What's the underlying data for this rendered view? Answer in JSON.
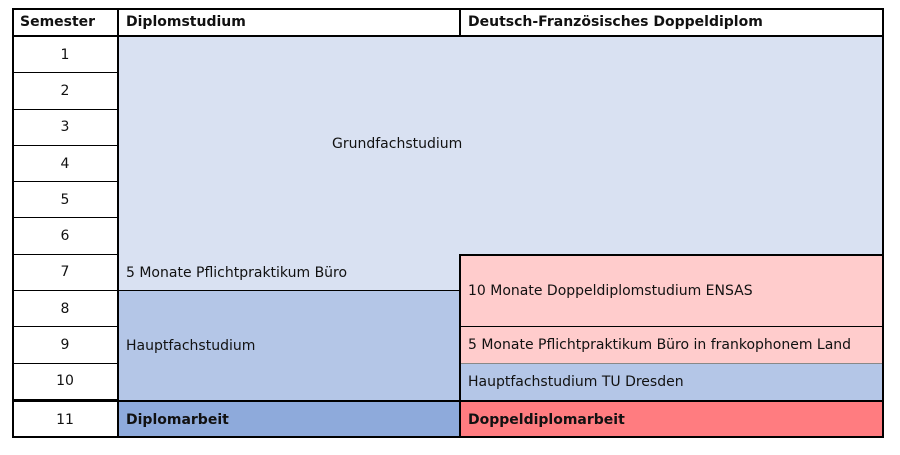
{
  "headers": {
    "semester": "Semester",
    "diplom": "Diplomstudium",
    "doppel": "Deutsch-Französisches Doppeldiplom"
  },
  "semesters": [
    "1",
    "2",
    "3",
    "4",
    "5",
    "6",
    "7",
    "8",
    "9",
    "10",
    "11"
  ],
  "diplom": {
    "grund": "Grundfachstudium",
    "praktikum": "5 Monate Pflichtpraktikum Büro",
    "haupt": "Hauptfachstudium",
    "arbeit": "Diplomarbeit"
  },
  "doppel": {
    "ensas": "10 Monate Doppeldiplomstudium ENSAS",
    "praktikum": "5 Monate Pflichtpraktikum Büro in frankophonem Land",
    "haupt": "Hauptfachstudium TU Dresden",
    "arbeit": "Doppeldiplomarbeit"
  },
  "colors": {
    "grund": "#d9e1f2",
    "haupt": "#b4c6e7",
    "arbeit": "#8eaadb",
    "doppel": "#ffcccc",
    "doppelArbeit": "#ff7c80"
  }
}
